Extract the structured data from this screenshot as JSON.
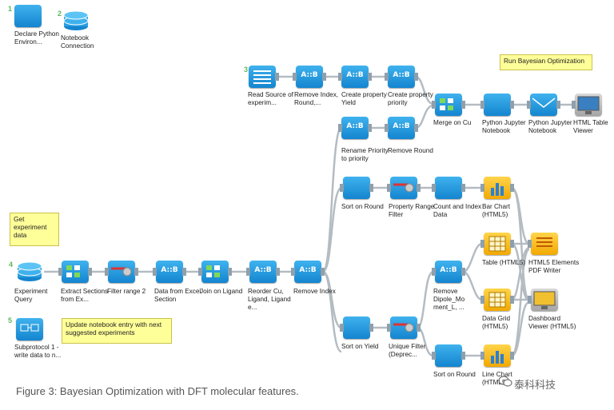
{
  "caption": "Figure 3: Bayesian Optimization with DFT molecular features.",
  "watermark": "泰科科技",
  "colors": {
    "node_blue": "#1e90d8",
    "node_yellow": "#f5b400",
    "note_yellow": "#ffff99",
    "wire": "#b4bcc2"
  },
  "step_numbers": {
    "s1": "1",
    "s2": "2",
    "s3": "3",
    "s4": "4",
    "s5": "5"
  },
  "notes": {
    "run_bayes": "Run Bayesian Optimization",
    "get_exp": "Get experiment data",
    "update_nb": "Update notebook entry with next suggested experiments"
  },
  "nodes": {
    "declare_python": {
      "label": "Declare Python Environ...",
      "icon": "python-env-icon"
    },
    "notebook_connection": {
      "label": "Notebook Connection",
      "icon": "database-icon"
    },
    "read_source": {
      "label": "Read Source of experim...",
      "icon": "document-icon"
    },
    "remove_index_round": {
      "label": "Remove Index, Round,...",
      "glyph": "A::B"
    },
    "create_yield": {
      "label": "Create property Yield",
      "glyph": "A::B"
    },
    "create_priority": {
      "label": "Create property priority",
      "glyph": "A::B"
    },
    "merge_cu": {
      "label": "Merge on Cu",
      "icon": "merge-icon"
    },
    "python_nb_1": {
      "label": "Python Jupyter Notebook",
      "icon": "python-icon"
    },
    "python_nb_2": {
      "label": "Python Jupyter Notebook",
      "icon": "envelope-icon"
    },
    "html_viewer": {
      "label": "HTML Table Viewer",
      "icon": "monitor-icon"
    },
    "rename_priority": {
      "label": "Rename Priority to priority",
      "glyph": "A::B"
    },
    "remove_round": {
      "label": "Remove Round",
      "glyph": "A::B"
    },
    "sort_round_1": {
      "label": "Sort on Round",
      "icon": "sort-icon"
    },
    "property_range_filter": {
      "label": "Property Range Filter",
      "icon": "filter-icon"
    },
    "count_index": {
      "label": "Count and Index Data",
      "icon": "count-icon"
    },
    "bar_chart": {
      "label": "Bar Chart (HTML5)",
      "icon": "bar-chart-icon"
    },
    "experiment_query": {
      "label": "Experiment Query",
      "icon": "database-icon"
    },
    "extract_sections": {
      "label": "Extract Sections from Ex...",
      "icon": "extract-icon"
    },
    "filter_range_2": {
      "label": "Filter range 2",
      "icon": "filter-icon"
    },
    "data_from_excel": {
      "label": "Data from Excel Section",
      "glyph": "A::B"
    },
    "join_ligand": {
      "label": "Join on Ligand",
      "icon": "join-icon"
    },
    "reorder": {
      "label": "Reorder Cu, Ligand, Ligand e...",
      "glyph": "A::B"
    },
    "remove_index": {
      "label": "Remove Index",
      "glyph": "A::B"
    },
    "remove_dipole": {
      "label": "Remove Dipole_Mo ment_L, ...",
      "glyph": "A::B"
    },
    "table_html5": {
      "label": "Table (HTML5)",
      "icon": "table-icon"
    },
    "html5_pdf": {
      "label": "HTML5 Elements PDF Writer",
      "icon": "pdf-icon"
    },
    "data_grid": {
      "label": "Data Grid (HTML5)",
      "icon": "grid-icon"
    },
    "dashboard_viewer": {
      "label": "Dashboard Viewer (HTML5)",
      "icon": "monitor-icon"
    },
    "subprotocol": {
      "label": "Subprotocol 1 - write data to n...",
      "icon": "subprotocol-icon"
    },
    "sort_yield": {
      "label": "Sort on Yield",
      "icon": "sort-icon"
    },
    "unique_filter": {
      "label": "Unique Filter (Deprec...",
      "icon": "filter-icon"
    },
    "sort_round_2": {
      "label": "Sort on Round",
      "icon": "sort-icon"
    },
    "line_chart": {
      "label": "Line Chart (HTML5)",
      "icon": "line-chart-icon"
    }
  }
}
